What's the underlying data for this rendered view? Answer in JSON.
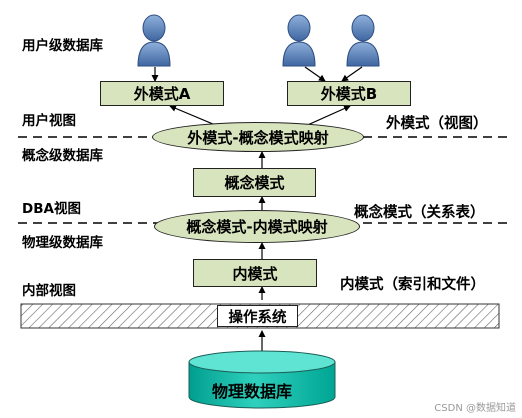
{
  "left_labels": {
    "user_level_db": "用户级数据库",
    "user_view": "用户视图",
    "concept_level_db": "概念级数据库",
    "dba_view": "DBA视图",
    "physical_level_db": "物理级数据库",
    "internal_view": "内部视图"
  },
  "right_labels": {
    "external_schema": "外模式（视图）",
    "conceptual_schema": "概念模式（关系表）",
    "internal_schema": "内模式（索引和文件）"
  },
  "nodes": {
    "external_a": "外模式A",
    "external_b": "外模式B",
    "external_concept_mapping": "外模式-概念模式映射",
    "conceptual_schema": "概念模式",
    "concept_internal_mapping": "概念模式-内模式映射",
    "internal_schema": "内模式",
    "operating_system": "操作系统",
    "physical_database": "物理数据库"
  },
  "users": [
    "user-a",
    "user-b1",
    "user-b2"
  ],
  "colors": {
    "box_fill": "#d7e4bd",
    "user_icon": "#5b7fb3",
    "database_fill": "#00b0a0",
    "database_top": "#33d6c2",
    "hatch": "#666666"
  },
  "watermark": "CSDN @数据知道"
}
